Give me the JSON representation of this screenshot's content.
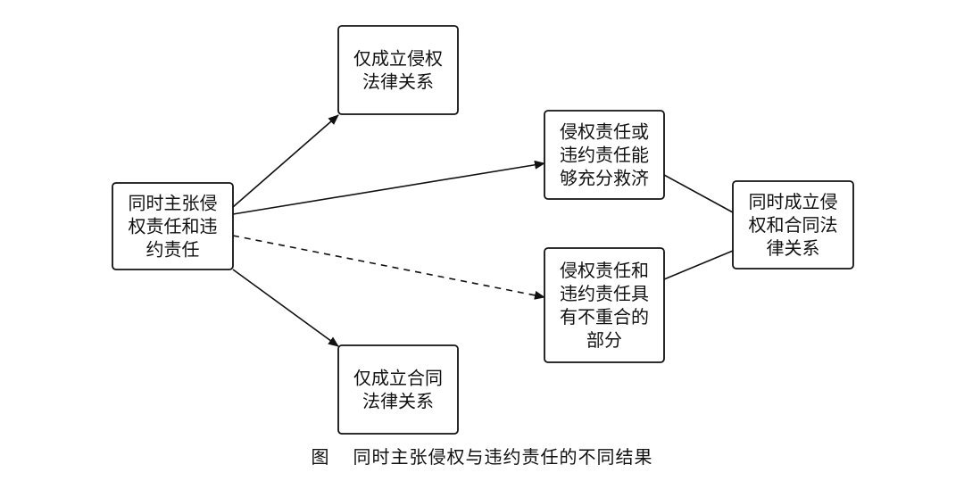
{
  "nodes": {
    "source": {
      "lines": [
        "同时主张侵",
        "权责任和违",
        "约责任"
      ]
    },
    "tort_only": {
      "lines": [
        "仅成立侵权",
        "法律关系"
      ]
    },
    "contract_only": {
      "lines": [
        "仅成立合同",
        "法律关系"
      ]
    },
    "either_sufficient": {
      "lines": [
        "侵权责任或",
        "违约责任能",
        "够充分救济"
      ]
    },
    "non_overlap": {
      "lines": [
        "侵权责任和",
        "违约责任具",
        "有不重合的",
        "部分"
      ]
    },
    "both": {
      "lines": [
        "同时成立侵",
        "权和合同法",
        "律关系"
      ]
    }
  },
  "edges": [
    {
      "from": "source",
      "to": "tort_only",
      "style": "solid",
      "arrow": true
    },
    {
      "from": "source",
      "to": "either_sufficient",
      "style": "solid",
      "arrow": true
    },
    {
      "from": "source",
      "to": "non_overlap",
      "style": "dashed",
      "arrow": true
    },
    {
      "from": "source",
      "to": "contract_only",
      "style": "solid",
      "arrow": true
    },
    {
      "from": "either_sufficient",
      "to": "both",
      "style": "solid",
      "arrow": false
    },
    {
      "from": "non_overlap",
      "to": "both",
      "style": "solid",
      "arrow": false
    }
  ],
  "caption": {
    "label": "图",
    "text": "同时主张侵权与违约责任的不同结果"
  }
}
